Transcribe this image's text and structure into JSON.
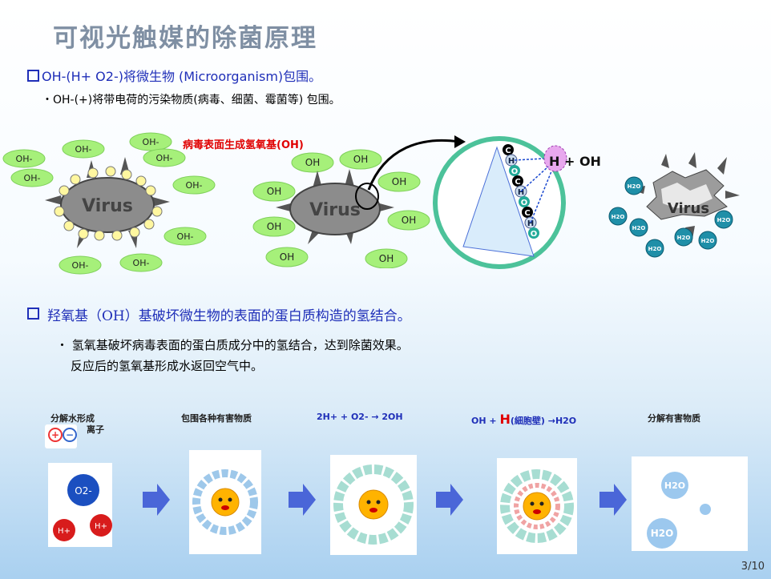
{
  "slide": {
    "title": "可视光触媒的除菌原理",
    "bullet1": "OH-(H+ O2-)将微生物 (Microorganism)包围。",
    "sub1": "・OH-(+)将带电荷的污染物质(病毒、细菌、霉菌等) 包围。",
    "red_label": "病毒表面生成氢氧基(OH)",
    "bullet2": "羟氧基（OH）基破坏微生物的表面的蛋白质构造的氢结合。",
    "sub2_line1": "・ 氢氧基破坏病毒表面的蛋白质成分中的氢结合，达到除菌效果。",
    "sub2_line2": "反应后的氢氧基形成水返回空气中。",
    "page": "3/10"
  },
  "diagram": {
    "virus_label": "Virus",
    "oh_label": "OH",
    "oh_minus": "OH-",
    "h_oh": "H + OH",
    "h2o": "H2O",
    "c": "C",
    "h": "H",
    "o": "O"
  },
  "steps": {
    "cap1_line1": "分解水形成",
    "cap1_line2": "离子",
    "cap2": "包围各种有害物质",
    "cap3": "2H+ + O2- → 2OH",
    "cap4_oh": "OH  +",
    "cap4_h": "H",
    "cap4_rest": "(細胞壁) →H2O",
    "cap5": "分解有害物质",
    "o2": "O2-",
    "hplus": "H+",
    "h2o": "H2O"
  },
  "colors": {
    "title": "#7f8fa3",
    "blue": "#1f2fb8",
    "red": "#e00000",
    "oh_bubble": "#a6f07a"
  }
}
